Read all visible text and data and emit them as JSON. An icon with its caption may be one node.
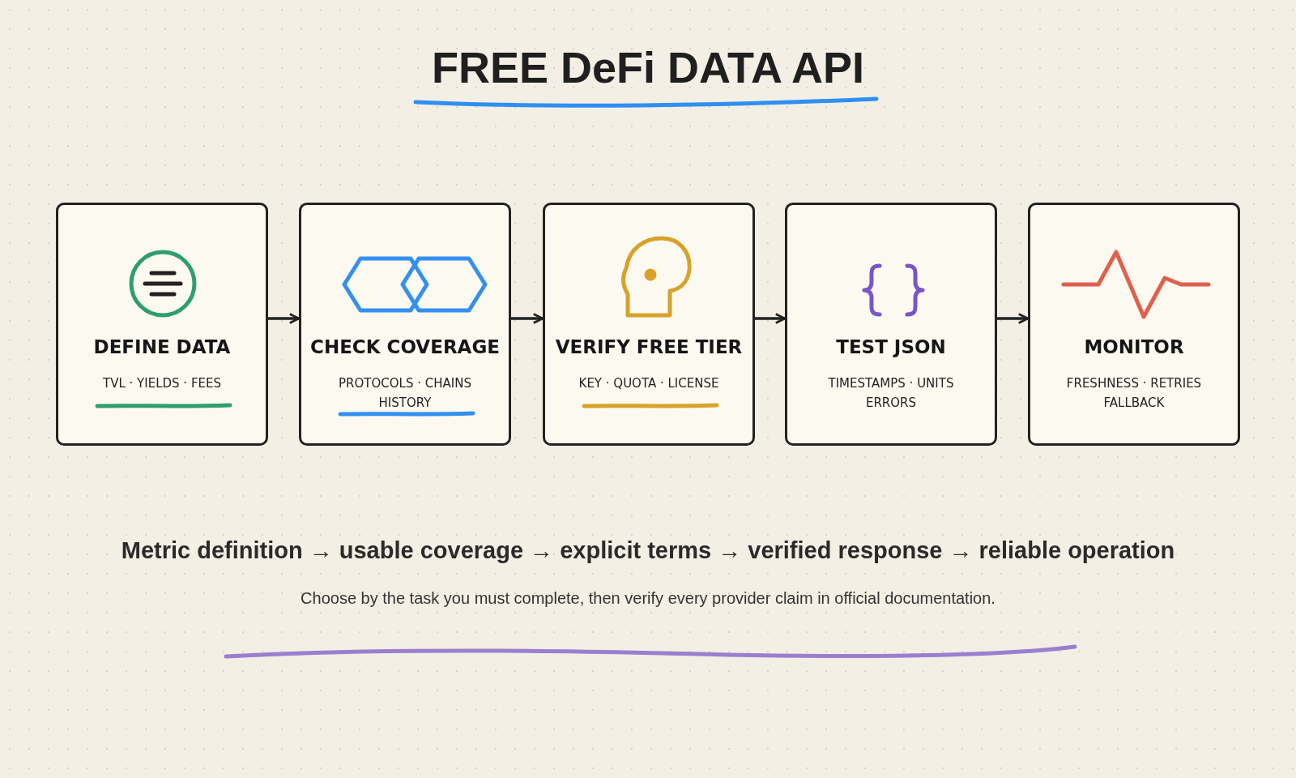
{
  "diagram": {
    "title": "FREE DeFi DATA API",
    "nodes": [
      {
        "text": [
          "DEFINE DATA",
          "TVL · YIELDS · FEES"
        ]
      },
      {
        "text": [
          "CHECK COVERAGE",
          "PROTOCOLS · CHAINS HISTORY"
        ]
      },
      {
        "text": [
          "VERIFY FREE TIER",
          "KEY · QUOTA · LICENSE"
        ]
      },
      {
        "text": [
          "TEST JSON",
          "TIMESTAMPS · UNITS ERRORS"
        ]
      },
      {
        "text": [
          "MONITOR",
          "FRESHNESS · RETRIES FALLBACK"
        ]
      }
    ],
    "edges": [
      {
        "from": 0,
        "to": 1,
        "arrow": "to"
      },
      {
        "from": 1,
        "to": 2,
        "arrow": "to"
      },
      {
        "from": 2,
        "to": 3,
        "arrow": "to"
      },
      {
        "from": 3,
        "to": 4,
        "arrow": "to"
      }
    ],
    "labels": [
      "Metric definition → usable coverage → explicit terms → verified response → reliable operation",
      "Choose by the task you must complete, then verify every provider claim in official documentation."
    ]
  }
}
